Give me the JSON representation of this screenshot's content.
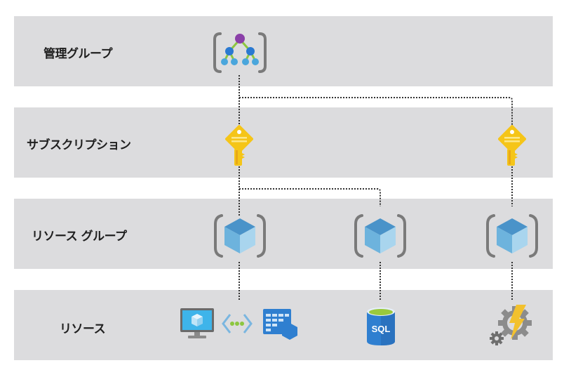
{
  "diagram": {
    "levels": [
      {
        "id": "management-group",
        "label": "管理グループ"
      },
      {
        "id": "subscription",
        "label": "サブスクリプション"
      },
      {
        "id": "resource-group",
        "label": "リソース グループ"
      },
      {
        "id": "resource",
        "label": "リソース"
      }
    ],
    "nodes": {
      "management_group": {
        "icon": "management-group-icon",
        "level": "management-group"
      },
      "subscriptions": [
        {
          "icon": "key-icon",
          "level": "subscription"
        },
        {
          "icon": "key-icon",
          "level": "subscription"
        }
      ],
      "resource_groups": [
        {
          "icon": "resource-group-icon",
          "level": "resource-group"
        },
        {
          "icon": "resource-group-icon",
          "level": "resource-group"
        },
        {
          "icon": "resource-group-icon",
          "level": "resource-group"
        }
      ],
      "resources": [
        {
          "icons": [
            "virtual-machine-icon",
            "virtual-network-icon",
            "app-service-plan-icon"
          ]
        },
        {
          "icons": [
            "sql-database-icon"
          ],
          "text": "SQL"
        },
        {
          "icons": [
            "function-app-icon"
          ]
        }
      ]
    },
    "connectors": [
      {
        "from": "management_group",
        "to": "subscriptions.0"
      },
      {
        "from": "management_group",
        "to": "subscriptions.1"
      },
      {
        "from": "subscriptions.0",
        "to": "resource_groups.0"
      },
      {
        "from": "subscriptions.0",
        "to": "resource_groups.1"
      },
      {
        "from": "subscriptions.1",
        "to": "resource_groups.2"
      },
      {
        "from": "resource_groups.0",
        "to": "resources.0"
      },
      {
        "from": "resource_groups.1",
        "to": "resources.1"
      },
      {
        "from": "resource_groups.2",
        "to": "resources.2"
      }
    ],
    "colors": {
      "band": "#dcdcde",
      "key": "#f5c518",
      "cube_top": "#4a93c9",
      "cube_left": "#6db3dd",
      "cube_right": "#a9d5ee",
      "bracket": "#7a7a7a",
      "mg_root": "#8a3fa8",
      "mg_mid": "#2a79d1",
      "mg_leaf": "#4aa6dc",
      "mg_link": "#8cc63f",
      "sql_body": "#2f7fd0",
      "sql_top": "#9ac93d",
      "bolt": "#f2c12e",
      "gear": "#8c8c8c"
    }
  }
}
